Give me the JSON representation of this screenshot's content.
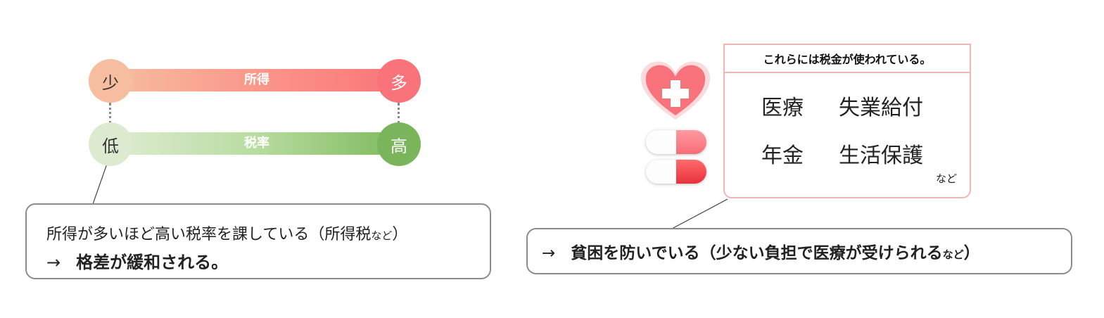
{
  "income_bar": {
    "label": "所得",
    "left": "少",
    "right": "多"
  },
  "tax_bar": {
    "label": "税率",
    "left": "低",
    "right": "高"
  },
  "left_callout": {
    "line1_main": "所得が多いほど高い税率を課している（所得税",
    "line1_small": "など",
    "line1_close": "）",
    "arrow": "→",
    "line2": "格差が緩和される。"
  },
  "tax_box": {
    "title": "これらには税金が使われている。",
    "items": [
      "医療",
      "失業給付",
      "年金",
      "生活保護"
    ],
    "etc": "など"
  },
  "right_callout": {
    "arrow": "→",
    "main": "貧困を防いでいる（少ない負担で医療が受けられる",
    "small": "など",
    "close": "）"
  },
  "icons": [
    "heart-cross-icon",
    "capsule-icon"
  ],
  "colors": {
    "income_high": "#f8737a",
    "income_low": "#f6bda0",
    "tax_high": "#7ab55b",
    "tax_low": "#dcebd0",
    "box_border": "#f3b4b4"
  }
}
